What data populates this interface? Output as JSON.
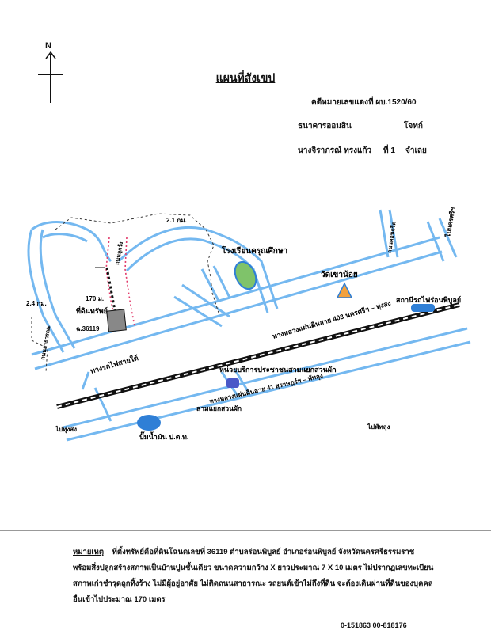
{
  "map": {
    "north_label": "N",
    "title": "แผนที่สังเขป",
    "case_number": "คดีหมายเลขแดงที่ ผบ.1520/60",
    "plaintiff_label": "ธนาคารออมสิน",
    "plaintiff_role": "โจทก์",
    "defendant_label": "นางจิราภรณ์ ทรงแก้ว",
    "defendant_no": "ที่ 1",
    "defendant_role": "จำเลย",
    "labels": {
      "dist_2_1": "2.1 กม.",
      "dist_2_4": "2.4 กม.",
      "dist_170": "170 ม.",
      "property": "ที่ดินทรัพย์",
      "deed": "ฉ.36119",
      "school": "โรงเรียนครุณศึกษา",
      "temple": "วัดเขาน้อย",
      "station": "สถานีรถไฟร่อนพิบูลย์",
      "railway": "ทางรถไฟสายใต้",
      "highway403": "ทางหลวงแผ่นดินสาย 403 นครศรีฯ – ทุ่งสง",
      "highway41": "ทางหลวงแผ่นดินสาย 41 สุราษฎร์ฯ – พัทลุง",
      "service_unit": "หน่วยบริการประชาชนสามแยกสวนผัก",
      "junction": "สามแยกสวนผัก",
      "gas_station": "ปั๊มน้ำมัน ป.ต.ท.",
      "to_thungsong": "ไปทุ่งสง",
      "to_phatthalung": "ไปพัทลุง",
      "to_nakhon": "ไปนครศรีฯ",
      "road_side1": "ถนนสาธารณะ",
      "road_side2": "ถนนคอนกรีต",
      "road_side3": "ถนนลูกรัง"
    },
    "colors": {
      "road": "#74b8f0",
      "school": "#7fc36a",
      "temple": "#f3a13c",
      "station": "#2f7fd6",
      "gas": "#2f7fd6",
      "property": "#888888",
      "footpath": "#e23b6b"
    }
  },
  "note": {
    "heading": "หมายเหตุ",
    "line1": " – ที่ตั้งทรัพย์คือที่ดินโฉนดเลขที่ 36119 ตำบลร่อนพิบูลย์ อำเภอร่อนพิบูลย์ จังหวัดนครศรีธรรมราช",
    "line2": "พร้อมสิ่งปลูกสร้างสภาพเป็นบ้านปูนชั้นเดียว ขนาดความกว้าง X ยาวประมาณ 7 X 10 เมตร ไม่ปรากฏเลขทะเบียน",
    "line3": "สภาพเก่าชำรุดถูกทิ้งร้าง ไม่มีผู้อยู่อาศัย ไม่ติดถนนสาธารณะ รถยนต์เข้าไม่ถึงที่ดิน จะต้องเดินผ่านที่ดินของบุคคล",
    "line4": "อื่นเข้าไปประมาณ 170 เมตร",
    "footer": "0-151863 00-818176"
  }
}
